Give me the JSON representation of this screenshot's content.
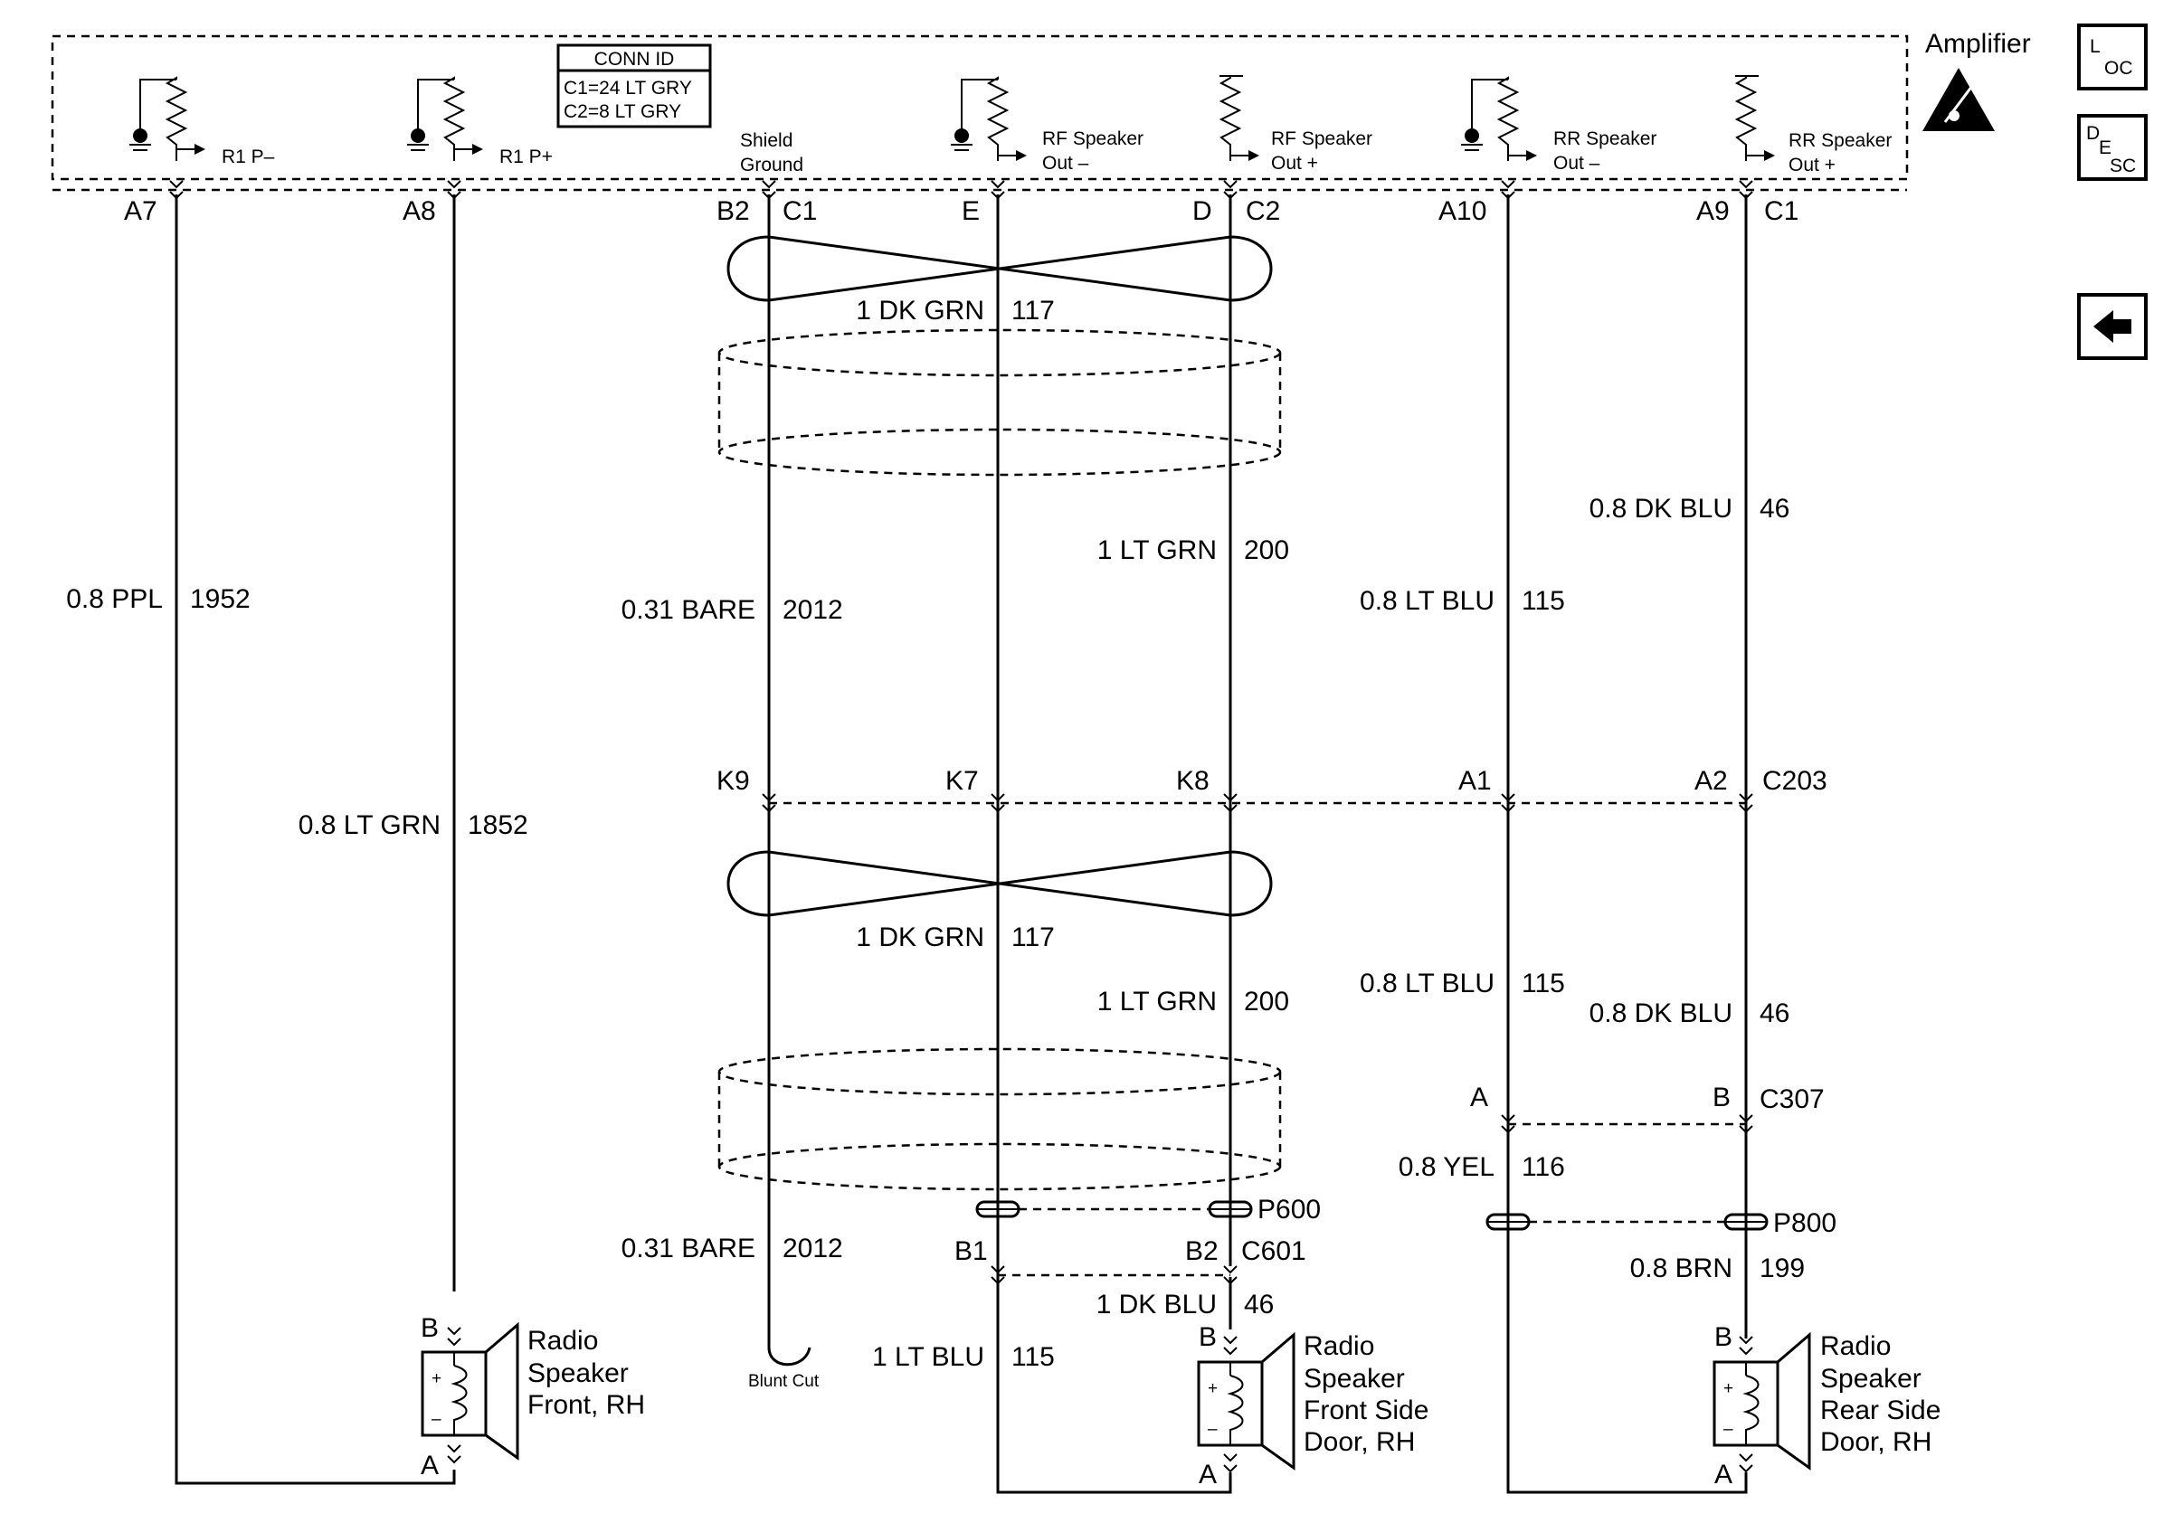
{
  "amplifier": {
    "title": "Amplifier"
  },
  "conn_id": {
    "title": "CONN ID",
    "line1": "C1=24 LT GRY",
    "line2": "C2=8 LT GRY"
  },
  "amp_pins": {
    "r1_neg": "R1 P–",
    "r1_pos": "R1 P+",
    "shield_1": "Shield",
    "shield_2": "Ground",
    "rf_neg_1": "RF Speaker",
    "rf_neg_2": "Out –",
    "rf_pos_1": "RF Speaker",
    "rf_pos_2": "Out +",
    "rr_neg_1": "RR Speaker",
    "rr_neg_2": "Out –",
    "rr_pos_1": "RR Speaker",
    "rr_pos_2": "Out +"
  },
  "terminals_top": {
    "a7": "A7",
    "a8": "A8",
    "b2": "B2",
    "c1": "C1",
    "e": "E",
    "d": "D",
    "c2": "C2",
    "a10": "A10",
    "a9": "A9",
    "c1b": "C1"
  },
  "c203": {
    "name": "C203",
    "k9": "K9",
    "k7": "K7",
    "k8": "K8",
    "a1": "A1",
    "a2": "A2"
  },
  "c307": {
    "name": "C307",
    "a": "A",
    "b": "B"
  },
  "c601": {
    "name": "C601",
    "b1": "B1",
    "b2": "B2"
  },
  "splices": {
    "p600": "P600",
    "p800": "P800"
  },
  "wires": {
    "w1952": {
      "gauge": "0.8 PPL",
      "circuit": "1952"
    },
    "w1852": {
      "gauge": "0.8 LT GRN",
      "circuit": "1852"
    },
    "w2012a": {
      "gauge": "0.31 BARE",
      "circuit": "2012"
    },
    "w2012b": {
      "gauge": "0.31 BARE",
      "circuit": "2012"
    },
    "w117a": {
      "gauge": "1 DK GRN",
      "circuit": "117"
    },
    "w117b": {
      "gauge": "1 DK GRN",
      "circuit": "117"
    },
    "w200a": {
      "gauge": "1 LT GRN",
      "circuit": "200"
    },
    "w200b": {
      "gauge": "1 LT GRN",
      "circuit": "200"
    },
    "w115a": {
      "gauge": "0.8 LT BLU",
      "circuit": "115"
    },
    "w115b": {
      "gauge": "0.8 LT BLU",
      "circuit": "115"
    },
    "w115c": {
      "gauge": "1 LT BLU",
      "circuit": "115"
    },
    "w46a": {
      "gauge": "0.8 DK BLU",
      "circuit": "46"
    },
    "w46b": {
      "gauge": "0.8 DK BLU",
      "circuit": "46"
    },
    "w46c": {
      "gauge": "1 DK BLU",
      "circuit": "46"
    },
    "w116": {
      "gauge": "0.8 YEL",
      "circuit": "116"
    },
    "w199": {
      "gauge": "0.8 BRN",
      "circuit": "199"
    }
  },
  "blunt_cut": "Blunt Cut",
  "speakers": {
    "front_rh": {
      "l1": "Radio",
      "l2": "Speaker",
      "l3": "Front, RH",
      "pin_b": "B",
      "pin_a": "A"
    },
    "front_side": {
      "l1": "Radio",
      "l2": "Speaker",
      "l3": "Front Side",
      "l4": "Door, RH",
      "pin_b": "B",
      "pin_a": "A"
    },
    "rear_side": {
      "l1": "Radio",
      "l2": "Speaker",
      "l3": "Rear Side",
      "l4": "Door, RH",
      "pin_b": "B",
      "pin_a": "A"
    }
  },
  "nav": {
    "loc_l": "L",
    "loc_oc": "OC",
    "desc_d": "D",
    "desc_e": "E",
    "desc_sc": "SC"
  }
}
